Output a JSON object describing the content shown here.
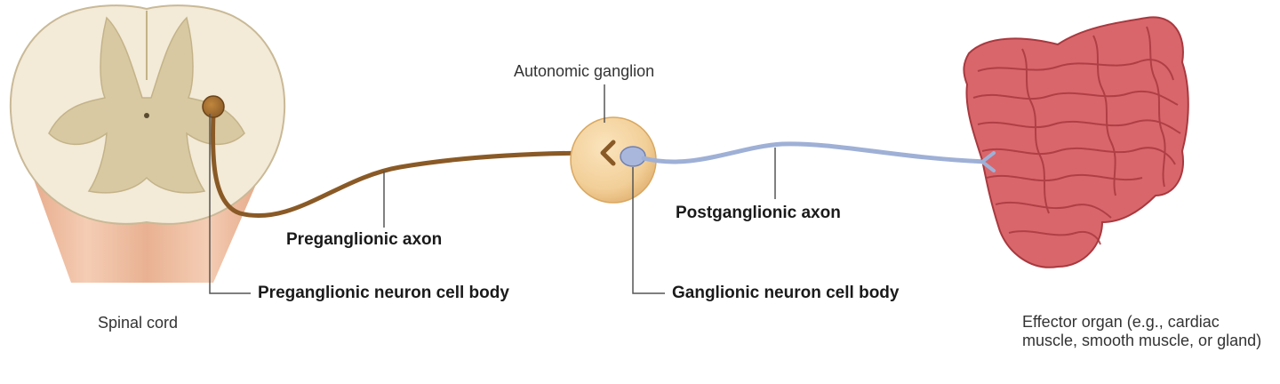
{
  "labels": {
    "spinal_cord": "Spinal cord",
    "autonomic_ganglion": "Autonomic ganglion",
    "preganglionic_axon": "Preganglionic axon",
    "preganglionic_cell_body": "Preganglionic neuron cell body",
    "postganglionic_axon": "Postganglionic axon",
    "ganglionic_cell_body": "Ganglionic neuron cell body",
    "effector_organ": "Effector organ (e.g., cardiac muscle, smooth muscle, or gland)"
  },
  "colors": {
    "preganglionic": "#8a5a26",
    "postganglionic": "#9fb0d6",
    "ganglion": "#f2cf98",
    "spinal_white": "#f3ead8",
    "spinal_gray": "#d8c9a2",
    "cord_shaft": "#e8b89a",
    "organ": "#d9666b",
    "leader": "#555555"
  }
}
